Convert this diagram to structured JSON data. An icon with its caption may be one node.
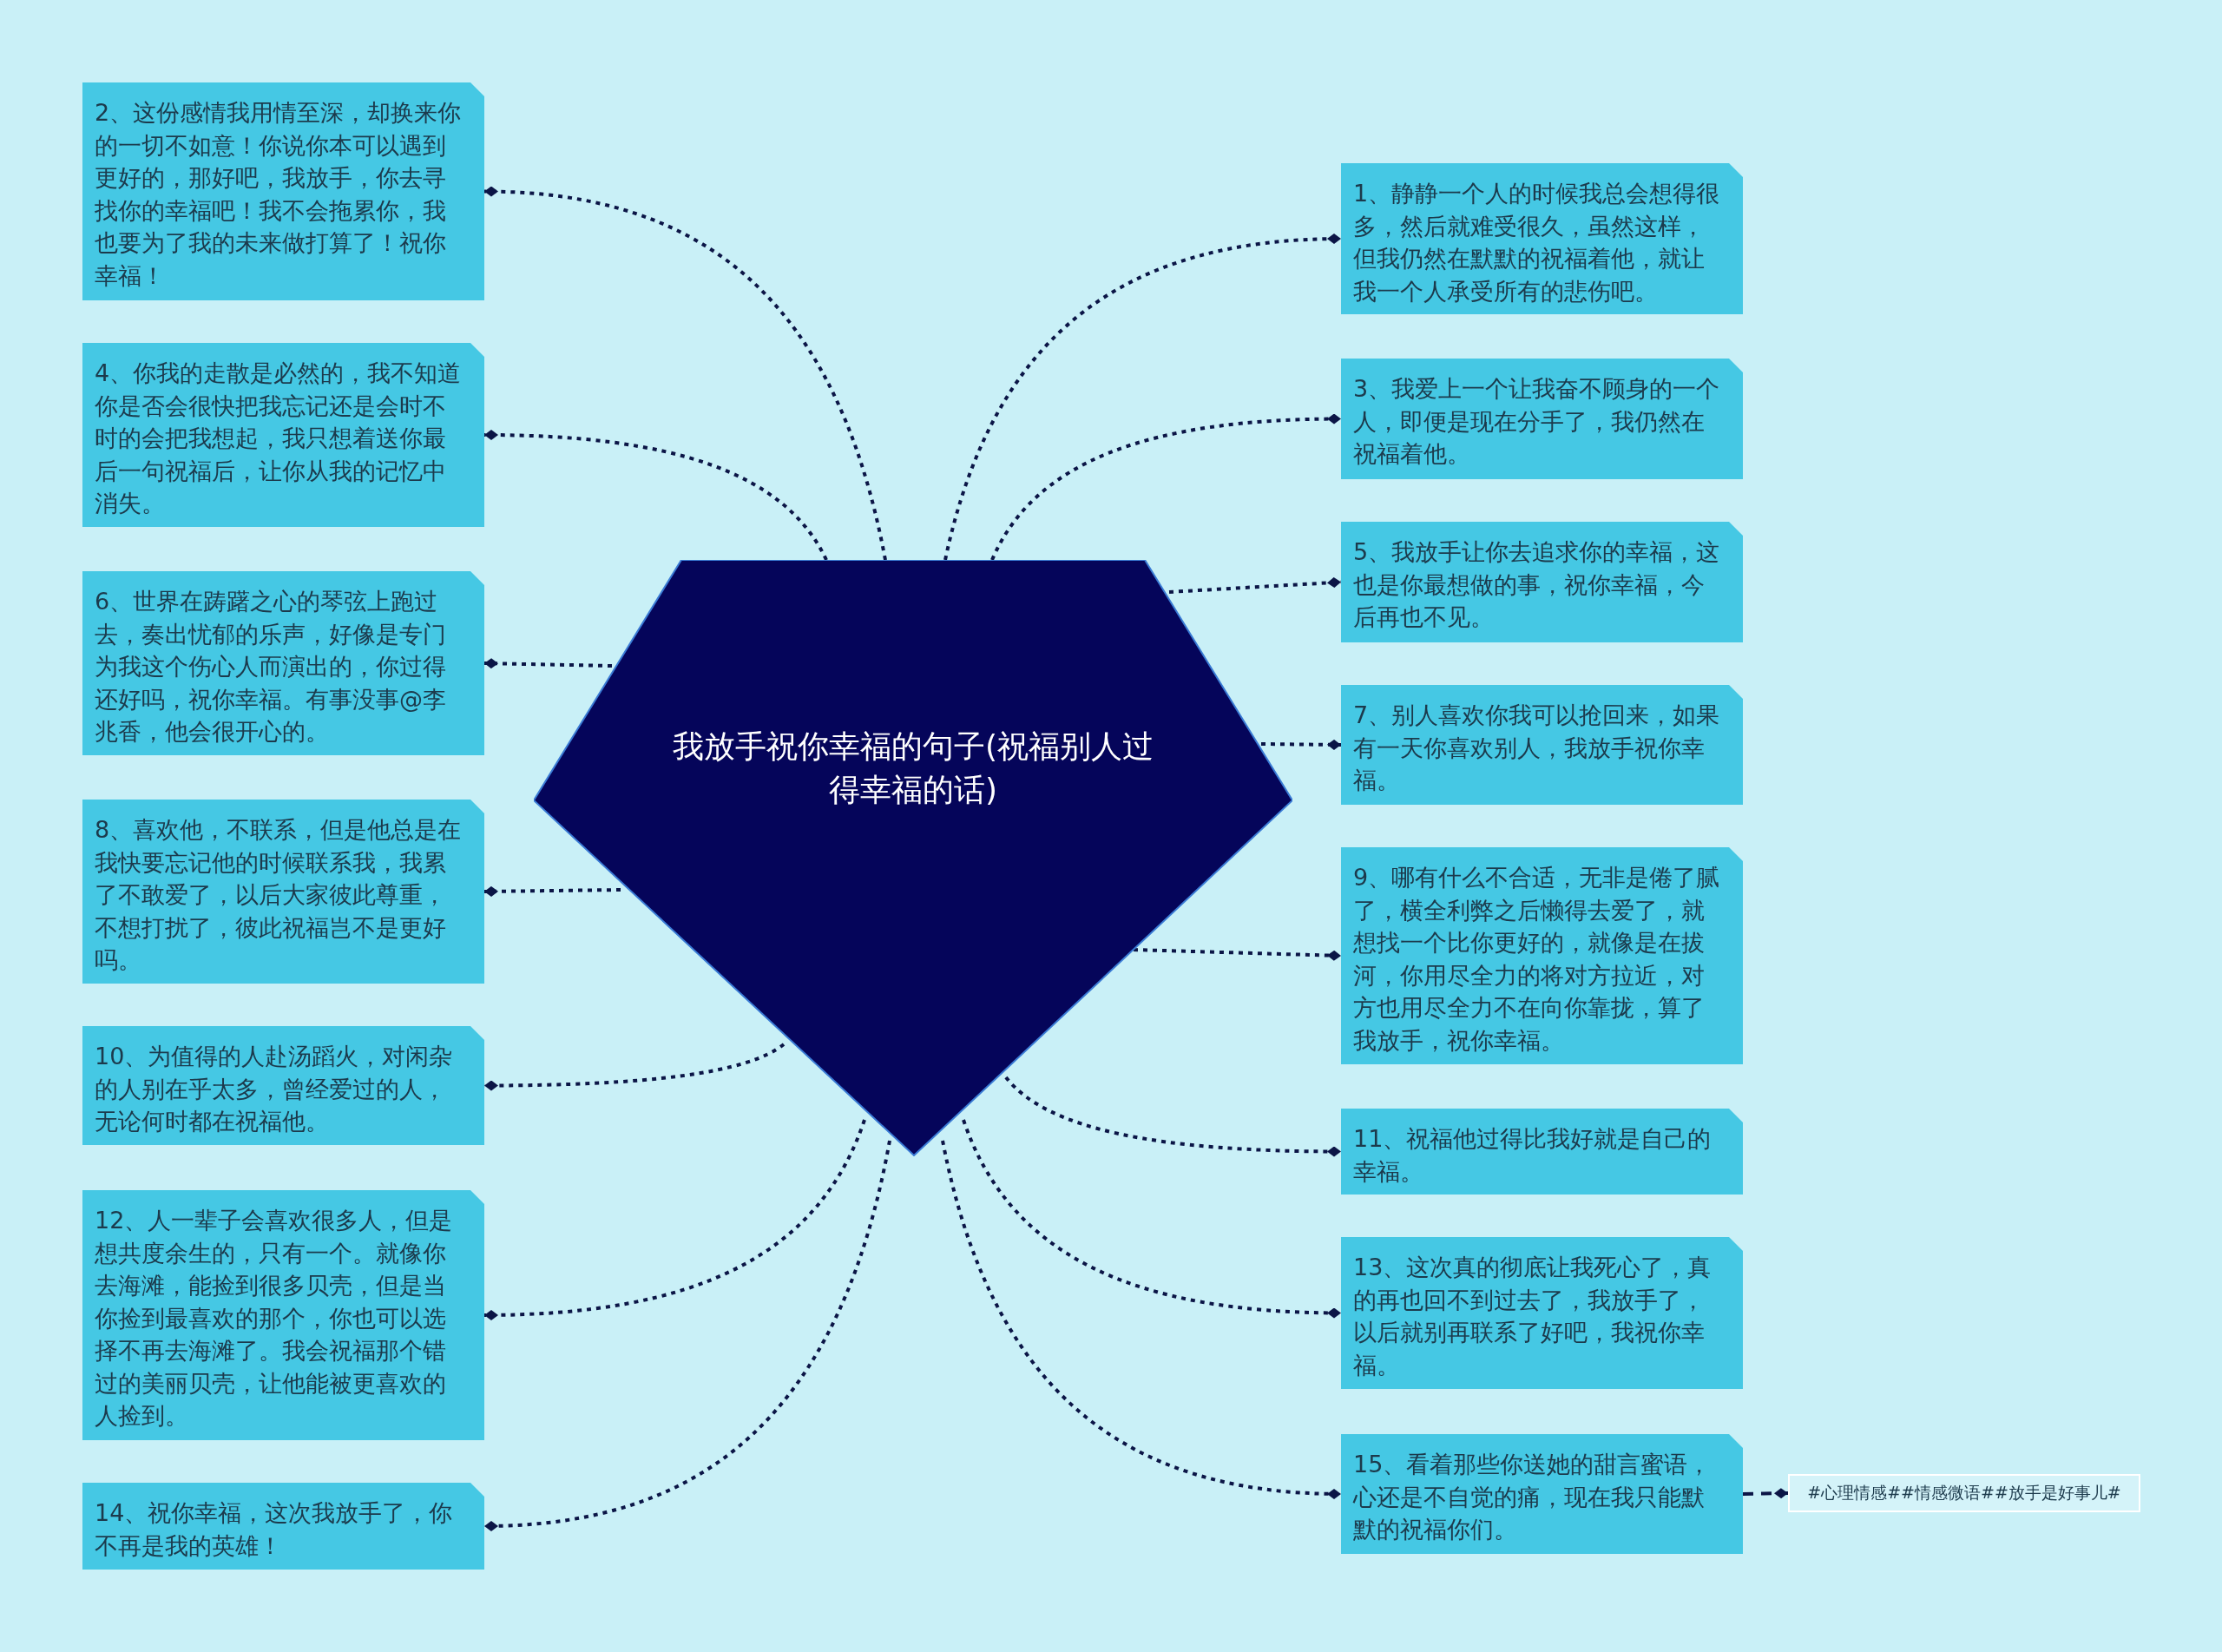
{
  "diagram": {
    "nodes": [
      {
        "text": [
          "我放手祝你幸福的句子(祝福别人过得幸福的话)"
        ]
      },
      {
        "text": [
          "1、静静一个人的时候我总会想得很多，然后就难受很久，虽然这样，但我仍然在默默的祝福着他，就让我一个人承受所有的悲伤吧。"
        ]
      },
      {
        "text": [
          "2、这份感情我用情至深，却换来你的一切不如意！你说你本可以遇到更好的，那好吧，我放手，你去寻找你的幸福吧！我不会拖累你，我也要为了我的未来做打算了！祝你幸福！"
        ]
      },
      {
        "text": [
          "3、我爱上一个让我奋不顾身的一个人，即便是现在分手了，我仍然在祝福着他。"
        ]
      },
      {
        "text": [
          "4、你我的走散是必然的，我不知道你是否会很快把我忘记还是会时不时的会把我想起，我只想着送你最后一句祝福后，让你从我的记忆中消失。"
        ]
      },
      {
        "text": [
          "5、我放手让你去追求你的幸福，这也是你最想做的事，祝你幸福，今后再也不见。"
        ]
      },
      {
        "text": [
          "6、世界在踌躇之心的琴弦上跑过去，奏出忧郁的乐声，好像是专门为我这个伤心人而演出的，你过得还好吗，祝你幸福。有事没事@李兆香，他会很开心的。"
        ]
      },
      {
        "text": [
          "7、别人喜欢你我可以抢回来，如果有一天你喜欢别人，我放手祝你幸福。"
        ]
      },
      {
        "text": [
          "8、喜欢他，不联系，但是他总是在我快要忘记他的时候联系我，我累了不敢爱了，以后大家彼此尊重，不想打扰了，彼此祝福岂不是更好吗。"
        ]
      },
      {
        "text": [
          "9、哪有什么不合适，无非是倦了腻了，横全利弊之后懒得去爱了，就想找一个比你更好的，就像是在拔河，你用尽全力的将对方拉近，对方也用尽全力不在向你靠拢，算了我放手，祝你幸福。"
        ]
      },
      {
        "text": [
          "10、为值得的人赴汤蹈火，对闲杂的人别在乎太多，曾经爱过的人，无论何时都在祝福他。"
        ]
      },
      {
        "text": [
          "11、祝福他过得比我好就是自己的幸福。"
        ]
      },
      {
        "text": [
          "12、人一辈子会喜欢很多人，但是想共度余生的，只有一个。就像你去海滩，能捡到很多贝壳，但是当你捡到最喜欢的那个，你也可以选择不再去海滩了。我会祝福那个错过的美丽贝壳，让他能被更喜欢的人捡到。"
        ]
      },
      {
        "text": [
          "13、这次真的彻底让我死心了，真的再也回不到过去了，我放手了，以后就别再联系了好吧，我祝你幸福。"
        ]
      },
      {
        "text": [
          "14、祝你幸福，这次我放手了，你不再是我的英雄！"
        ]
      },
      {
        "text": [
          "15、看着那些你送她的甜言蜜语，心还是不自觉的痛，现在我只能默默的祝福你们。"
        ]
      },
      {
        "text": [
          "#心理情感##情感微语##放手是好事儿#"
        ]
      }
    ],
    "edges": [
      {
        "from": 0,
        "to": 1,
        "arrow": "other",
        "style": "dashed"
      },
      {
        "from": 0,
        "to": 2,
        "arrow": "other",
        "style": "dashed"
      },
      {
        "from": 0,
        "to": 3,
        "arrow": "other",
        "style": "dashed"
      },
      {
        "from": 0,
        "to": 4,
        "arrow": "other",
        "style": "dashed"
      },
      {
        "from": 0,
        "to": 5,
        "arrow": "other",
        "style": "dashed"
      },
      {
        "from": 0,
        "to": 6,
        "arrow": "other",
        "style": "dashed"
      },
      {
        "from": 0,
        "to": 7,
        "arrow": "other",
        "style": "dashed"
      },
      {
        "from": 0,
        "to": 8,
        "arrow": "other",
        "style": "dashed"
      },
      {
        "from": 0,
        "to": 9,
        "arrow": "other",
        "style": "dashed"
      },
      {
        "from": 0,
        "to": 10,
        "arrow": "other",
        "style": "dashed"
      },
      {
        "from": 0,
        "to": 11,
        "arrow": "other",
        "style": "dashed"
      },
      {
        "from": 0,
        "to": 12,
        "arrow": "other",
        "style": "dashed"
      },
      {
        "from": 0,
        "to": 13,
        "arrow": "other",
        "style": "dashed"
      },
      {
        "from": 0,
        "to": 14,
        "arrow": "other",
        "style": "dashed"
      },
      {
        "from": 0,
        "to": 15,
        "arrow": "other",
        "style": "dashed"
      },
      {
        "from": 15,
        "to": 16,
        "arrow": "other",
        "style": "dashed"
      }
    ]
  }
}
